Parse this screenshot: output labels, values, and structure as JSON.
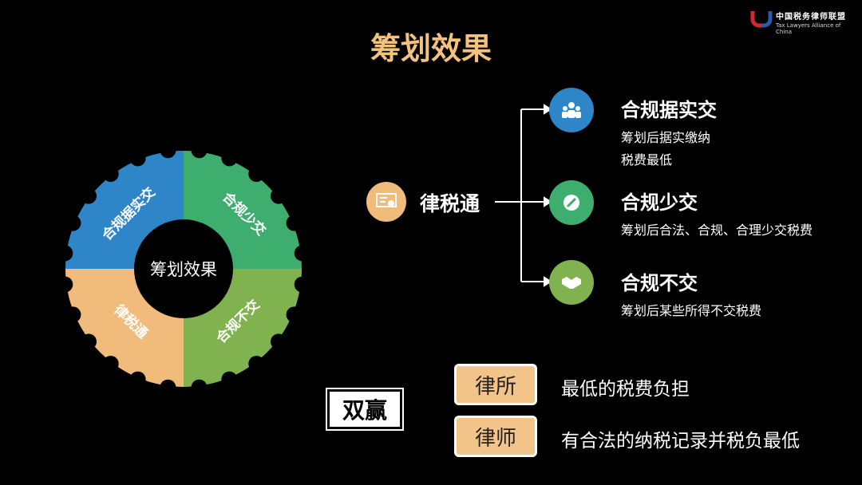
{
  "title": "筹划效果",
  "logo": {
    "cn": "中国税务律师联盟",
    "en": "Tax Lawyers Alliance of China"
  },
  "gear": {
    "center": "筹划效果",
    "segments": [
      {
        "label": "合规据实交",
        "color": "#2e86c8"
      },
      {
        "label": "合规少交",
        "color": "#3dae6e"
      },
      {
        "label": "合规不交",
        "color": "#80b34f"
      },
      {
        "label": "律税通",
        "color": "#f1bb7c"
      }
    ]
  },
  "source": {
    "label": "律税通",
    "icon": "certificate-icon",
    "color": "#f1bb7c"
  },
  "options": [
    {
      "title": "合规据实交",
      "desc": [
        "筹划后据实缴纳",
        "税费最低"
      ],
      "icon": "team-icon",
      "color": "#2e86c8"
    },
    {
      "title": "合规少交",
      "desc": [
        "筹划后合法、合规、合理少交税费"
      ],
      "icon": "pencil-icon",
      "color": "#3dae6e"
    },
    {
      "title": "合规不交",
      "desc": [
        "筹划后某些所得不交税费"
      ],
      "icon": "handshake-icon",
      "color": "#80b34f"
    }
  ],
  "win": {
    "label": "双赢",
    "rows": [
      {
        "tag": "律所",
        "text": "最低的税费负担"
      },
      {
        "tag": "律师",
        "text": "有合法的纳税记录并税负最低"
      }
    ]
  }
}
